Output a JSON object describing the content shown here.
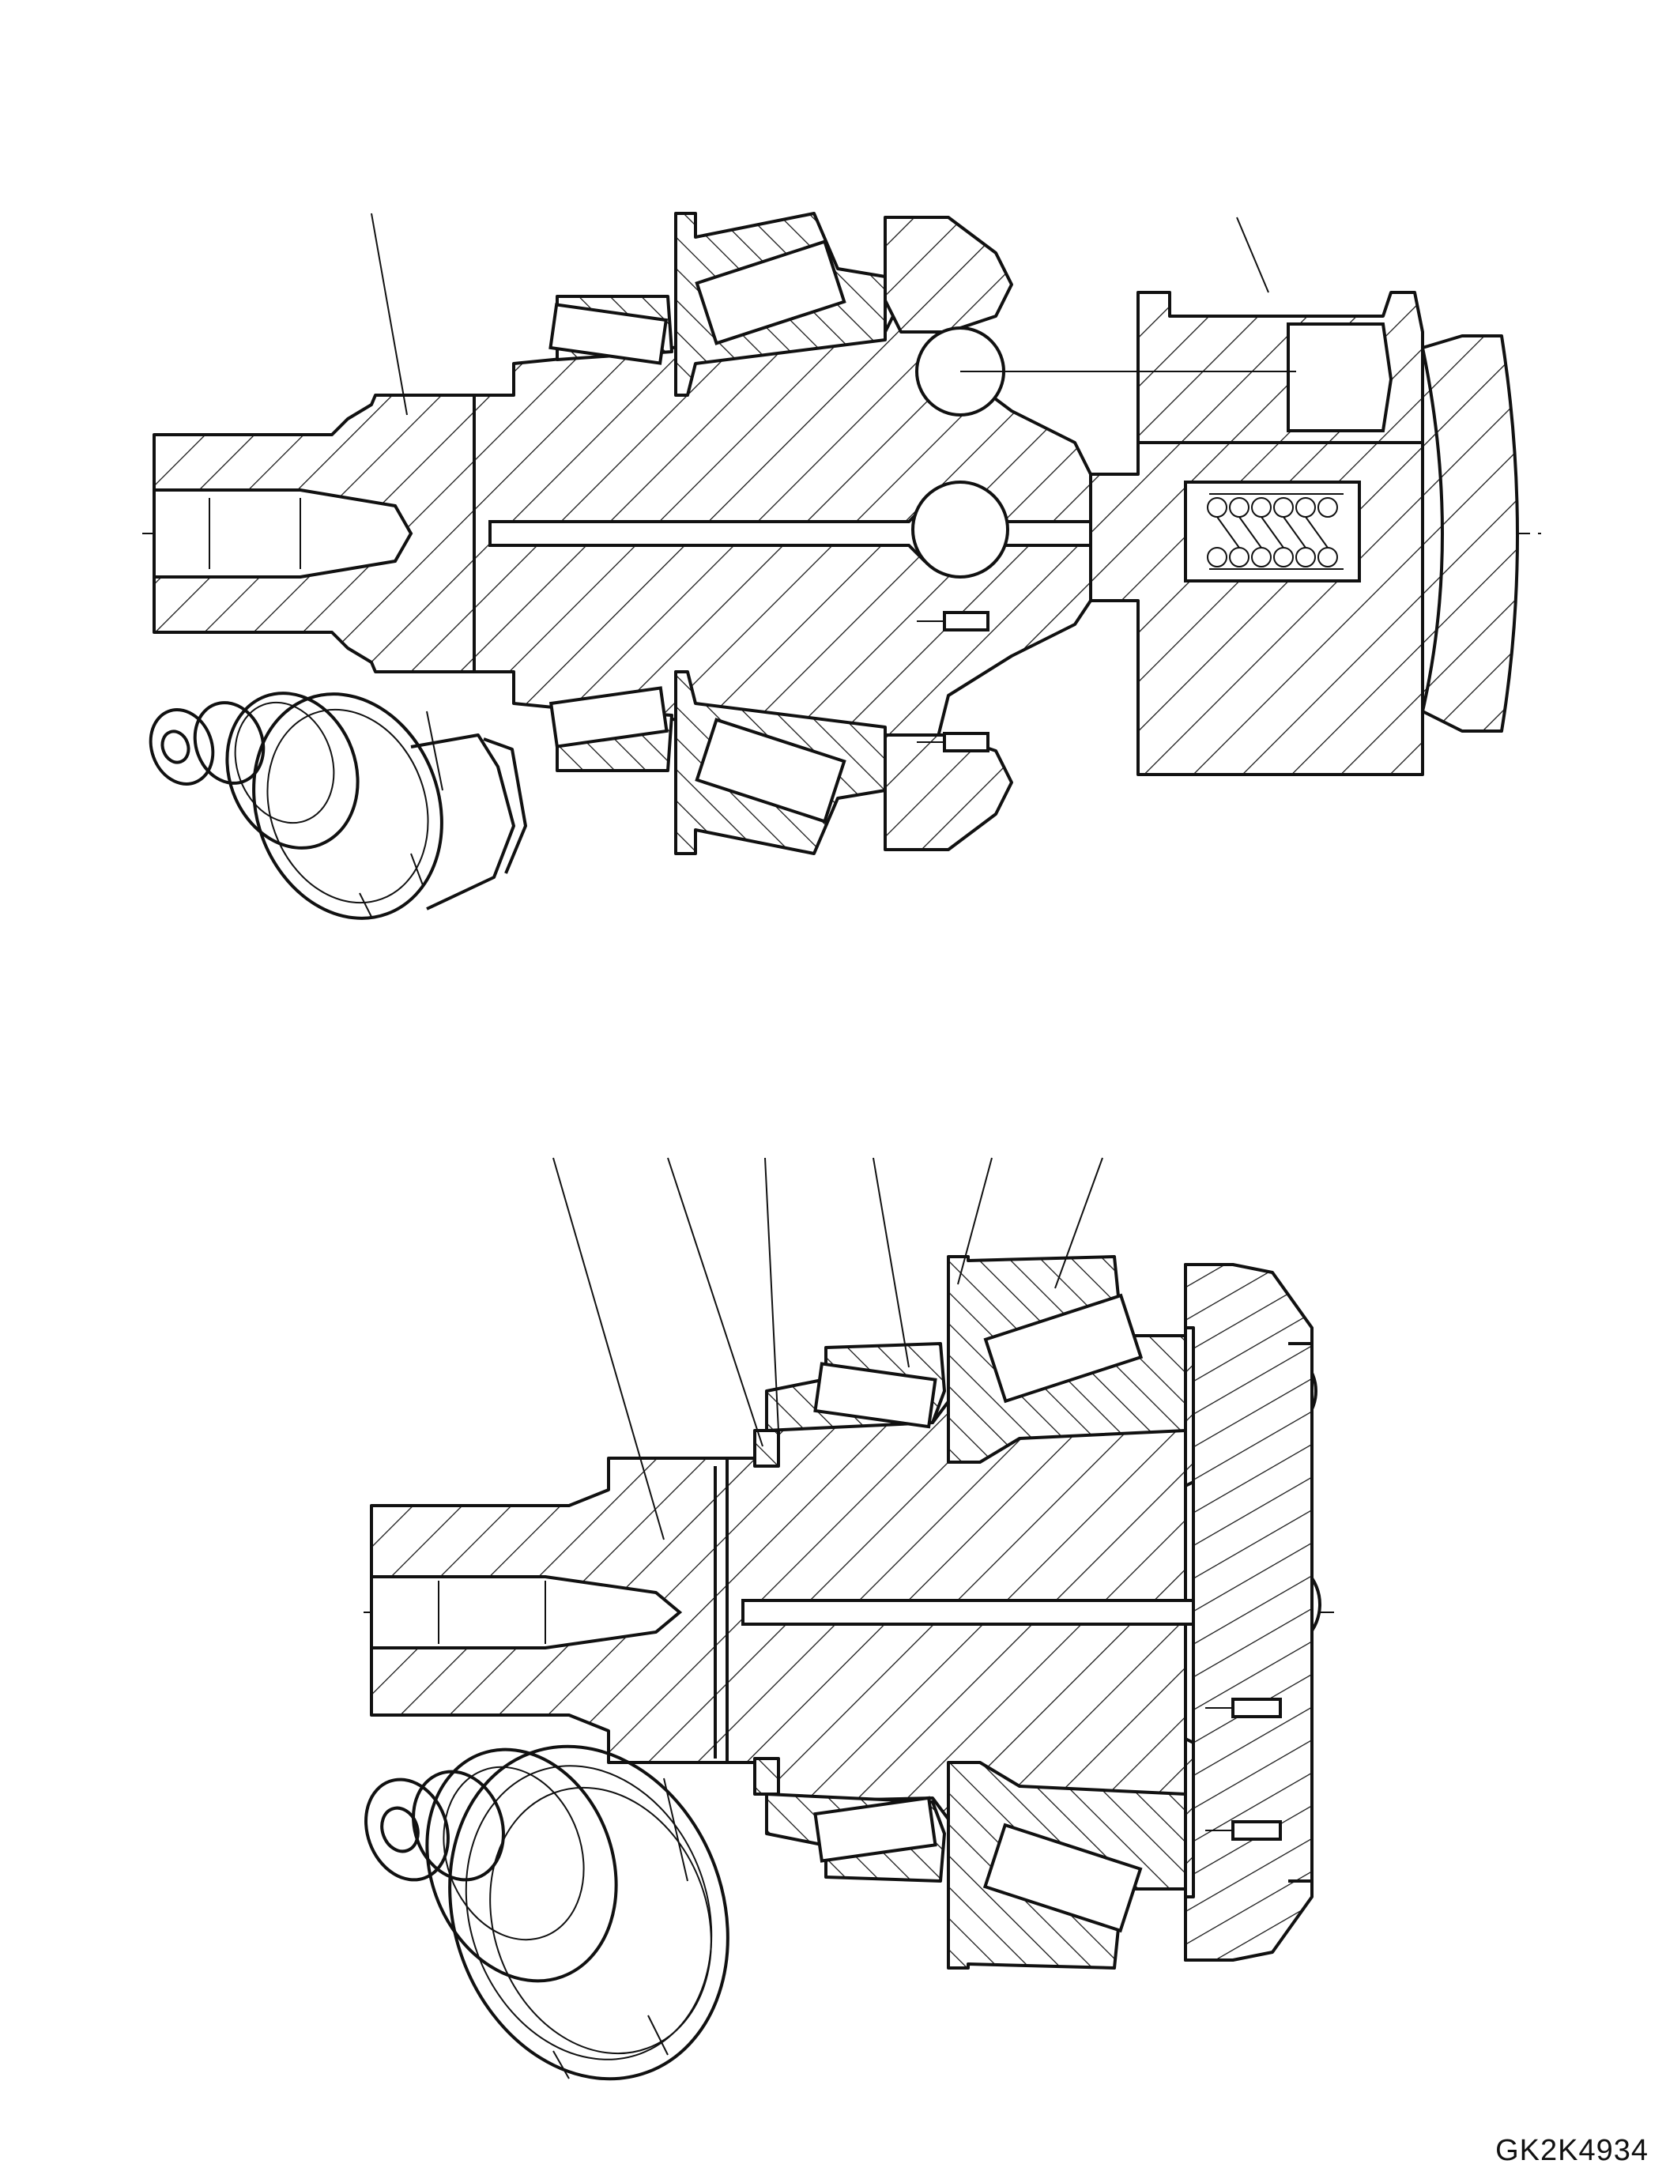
{
  "drawing": {
    "code": "GK2K4934",
    "line_color": "#111111",
    "background_color": "#ffffff"
  },
  "views": [
    {
      "id": "upper-section-view",
      "callout_leaders": 2
    },
    {
      "id": "lower-section-view",
      "callout_leaders": 6
    }
  ]
}
